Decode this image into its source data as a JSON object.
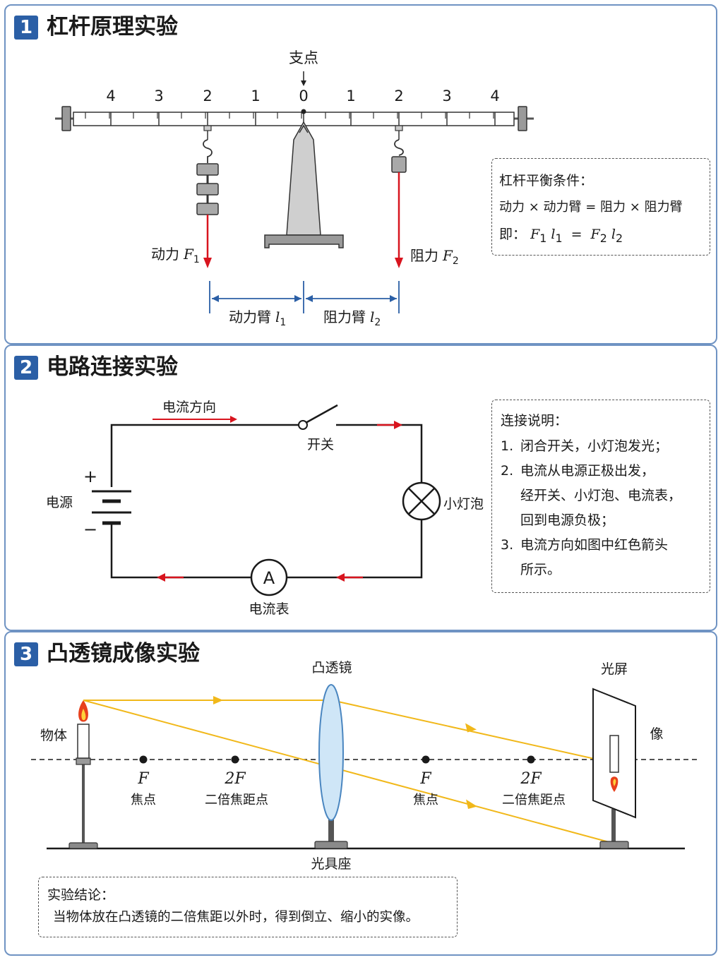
{
  "lever": {
    "badge": "1",
    "title": "杠杆原理实验",
    "fulcrum_label": "支点",
    "scale_left": [
      "4",
      "3",
      "2",
      "1"
    ],
    "scale_zero": "0",
    "scale_right": [
      "1",
      "2",
      "3",
      "4"
    ],
    "effort_label": "动力",
    "effort_sym": "F",
    "effort_sub": "1",
    "load_label": "阻力",
    "load_sym": "F",
    "load_sub": "2",
    "effort_arm_label": "动力臂",
    "effort_arm_sym": "l",
    "effort_arm_sub": "1",
    "load_arm_label": "阻力臂",
    "load_arm_sym": "l",
    "load_arm_sub": "2",
    "note_title": "杠杆平衡条件：",
    "note_line1": "动力 × 动力臂 = 阻力 × 阻力臂",
    "note_line2_prefix": "即：",
    "f1": "F",
    "f1_sub": "1",
    "l1": "l",
    "l1_sub": "1",
    "eq": "=",
    "f2": "F",
    "f2_sub": "2",
    "l2": "l",
    "l2_sub": "2"
  },
  "circuit": {
    "badge": "2",
    "title": "电路连接实验",
    "current_dir_label": "电流方向",
    "switch_label": "开关",
    "source_label": "电源",
    "plus": "+",
    "minus": "−",
    "bulb_label": "小灯泡",
    "ammeter_symbol": "A",
    "ammeter_label": "电流表",
    "note_title": "连接说明：",
    "note_items": [
      {
        "num": "1.",
        "text": "闭合开关，小灯泡发光；"
      },
      {
        "num": "2.",
        "text": "电流从电源正极出发，"
      },
      {
        "num": "",
        "text": "经开关、小灯泡、电流表，"
      },
      {
        "num": "",
        "text": "回到电源负极；"
      },
      {
        "num": "3.",
        "text": "电流方向如图中红色箭头"
      },
      {
        "num": "",
        "text": "所示。"
      }
    ]
  },
  "lens": {
    "badge": "3",
    "title": "凸透镜成像实验",
    "lens_label": "凸透镜",
    "screen_label": "光屏",
    "object_label": "物体",
    "image_label": "像",
    "rail_label": "光具座",
    "points": [
      {
        "sym": "F",
        "label": "焦点"
      },
      {
        "sym": "2F",
        "label": "二倍焦距点"
      },
      {
        "sym": "F",
        "label": "焦点"
      },
      {
        "sym": "2F",
        "label": "二倍焦距点"
      }
    ],
    "conclusion_title": "实验结论：",
    "conclusion_text": "当物体放在凸透镜的二倍焦距以外时，得到倒立、缩小的实像。"
  },
  "colors": {
    "panel_border": "#6f93c3",
    "badge": "#2b5fa6",
    "dimension": "#2b5fa6",
    "force_arrow": "#d8141e",
    "light_ray": "#f1b81a",
    "lens_fill": "#cfe6f7",
    "lens_stroke": "#4a86c0"
  }
}
